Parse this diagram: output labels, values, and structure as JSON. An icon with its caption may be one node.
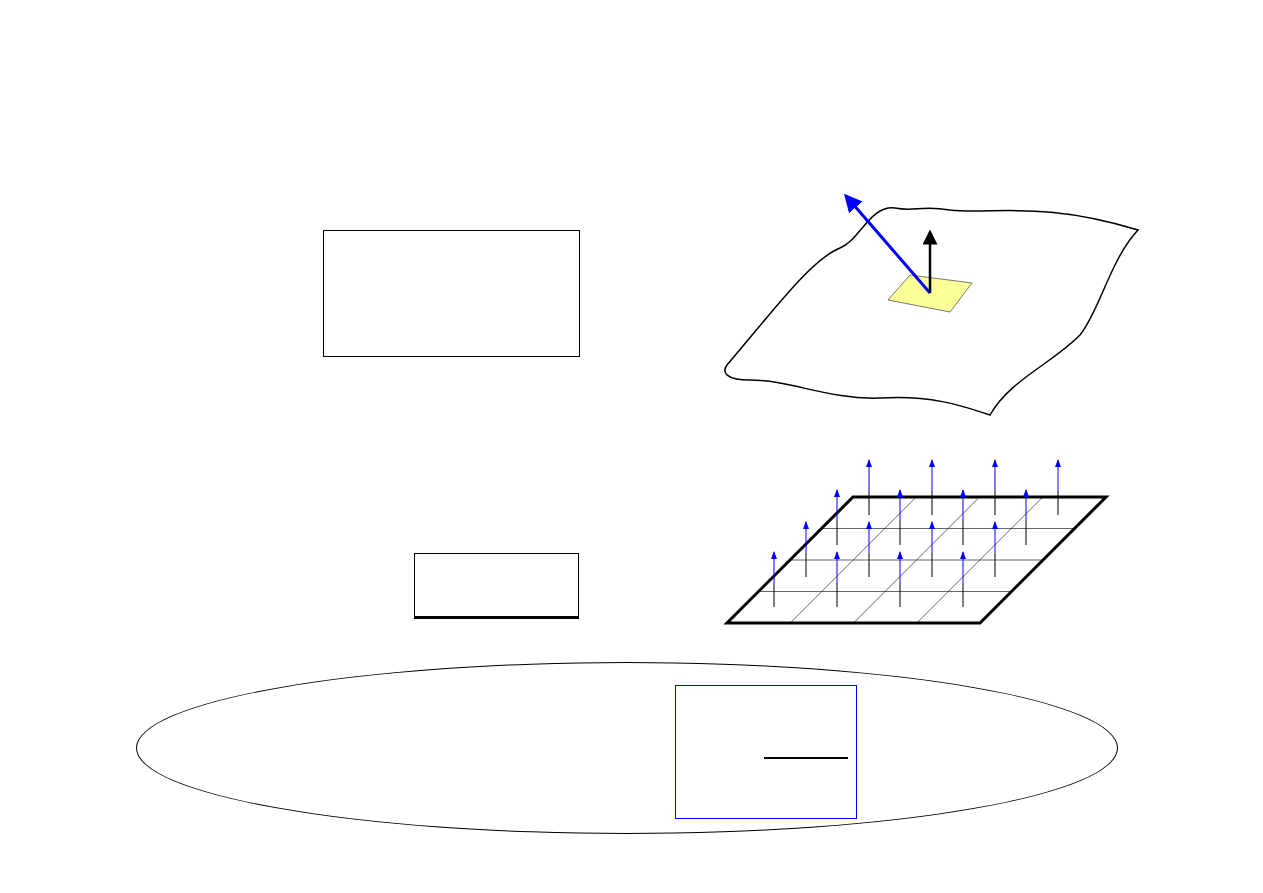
{
  "diagram": {
    "nodes": [
      {
        "text": [],
        "shape": "box"
      },
      {
        "text": [],
        "shape": "box"
      },
      {
        "text": [],
        "shape": "ellipse"
      },
      {
        "text": [],
        "shape": "box",
        "in": 2
      }
    ]
  }
}
